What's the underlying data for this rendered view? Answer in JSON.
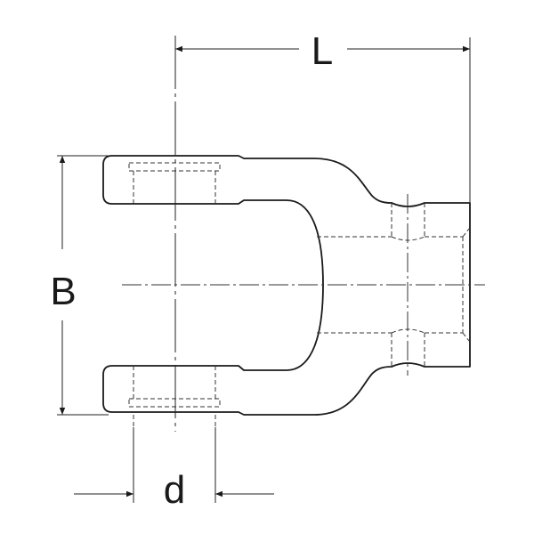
{
  "labels": {
    "length": "L",
    "width": "B",
    "diameter": "d"
  },
  "colors": {
    "line": "#1a1a1a",
    "background": "#ffffff"
  }
}
